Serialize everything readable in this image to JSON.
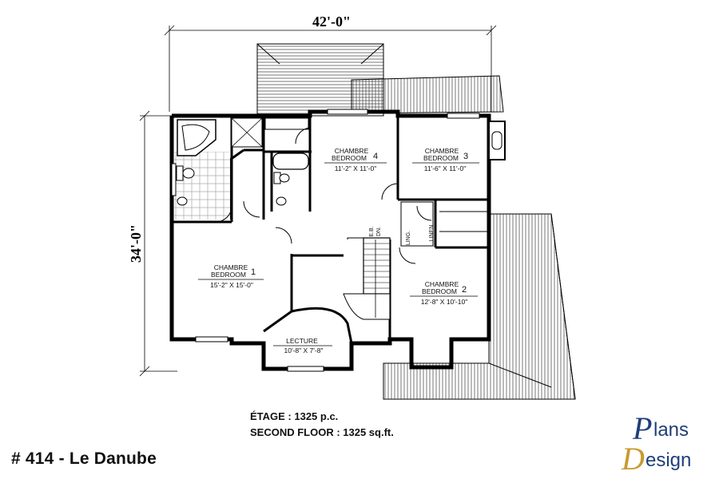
{
  "dimensions": {
    "width": "42'-0\"",
    "depth": "34'-0\""
  },
  "rooms": {
    "bedroom4": {
      "fr": "CHAMBRE",
      "en": "BEDROOM",
      "num": "4",
      "size": "11'-2\" X 11'-0\""
    },
    "bedroom3": {
      "fr": "CHAMBRE",
      "en": "BEDROOM",
      "num": "3",
      "size": "11'-6\" X 11'-0\""
    },
    "bedroom1": {
      "fr": "CHAMBRE",
      "en": "BEDROOM",
      "num": "1",
      "size": "15'-2\" X 15'-0\""
    },
    "bedroom2": {
      "fr": "CHAMBRE",
      "en": "BEDROOM",
      "num": "2",
      "size": "12'-8\" X 10'-10\""
    },
    "lecture": {
      "fr": "LECTURE",
      "size": "10'-8\" X 7'-8\""
    }
  },
  "labels": {
    "linen_fr": "LING.",
    "linen_en": "LINEN",
    "stair_up": "E.B.",
    "stair_dn": "DN."
  },
  "areas": {
    "fr": "ÉTAGE : 1325 p.c.",
    "en": "SECOND FLOOR : 1325 sq.ft."
  },
  "title": "# 414 - Le Danube",
  "logo": {
    "top": "lans",
    "bottom": "esign",
    "mark_top": "P",
    "mark_bottom": "D",
    "colors": {
      "blue": "#1f3f7a",
      "gold": "#c99a2e"
    }
  }
}
